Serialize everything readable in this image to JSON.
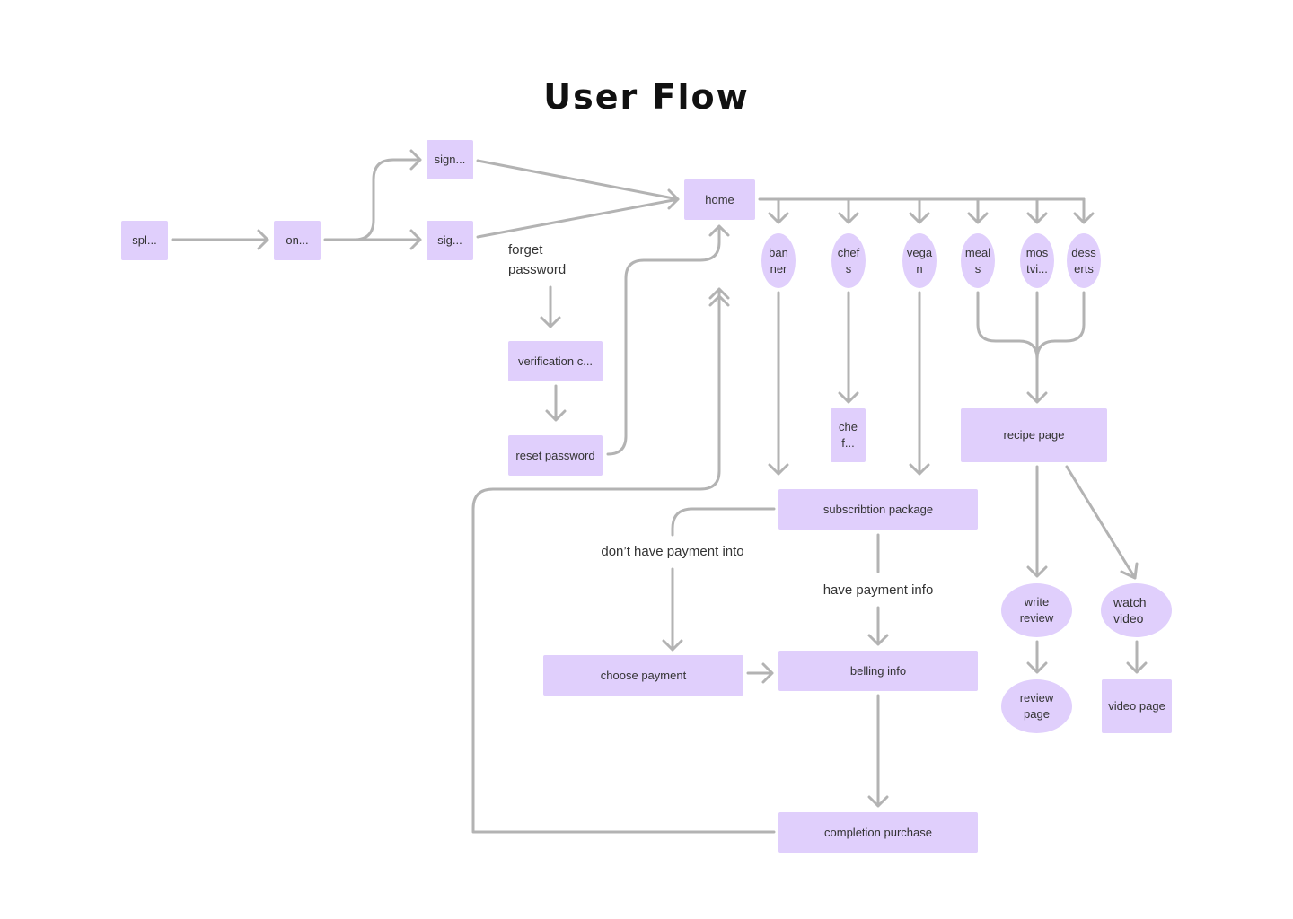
{
  "title": "User Flow",
  "colors": {
    "node": "#e0cffc",
    "connector": "#b3b3b3",
    "text": "#333333"
  },
  "nodes": {
    "splash": "spl...",
    "onboarding": "on...",
    "sign_top": "sign...",
    "sign_bottom": "sig...",
    "home": "home",
    "verification": "verification c...",
    "reset_password": "reset password",
    "banner": "ban\nner",
    "chefs": "chef\ns",
    "vegan": "vega\nn",
    "meals": "meal\ns",
    "most_viewed": "mos\ntvi...",
    "desserts": "dess\nerts",
    "chef_detail": "che\nf...",
    "recipe_page": "recipe page",
    "subscription_package": "subscribtion package",
    "choose_payment": "choose payment",
    "billing_info": "belling info",
    "completion_purchase": "completion purchase",
    "write_review": "write\nreview",
    "watch_video": "watch\nvideo",
    "review_page": "review\npage",
    "video_page": "video page"
  },
  "labels": {
    "forget_password": "forget\npassword",
    "no_payment_info": "don’t have payment into",
    "have_payment_info": "have payment info"
  }
}
